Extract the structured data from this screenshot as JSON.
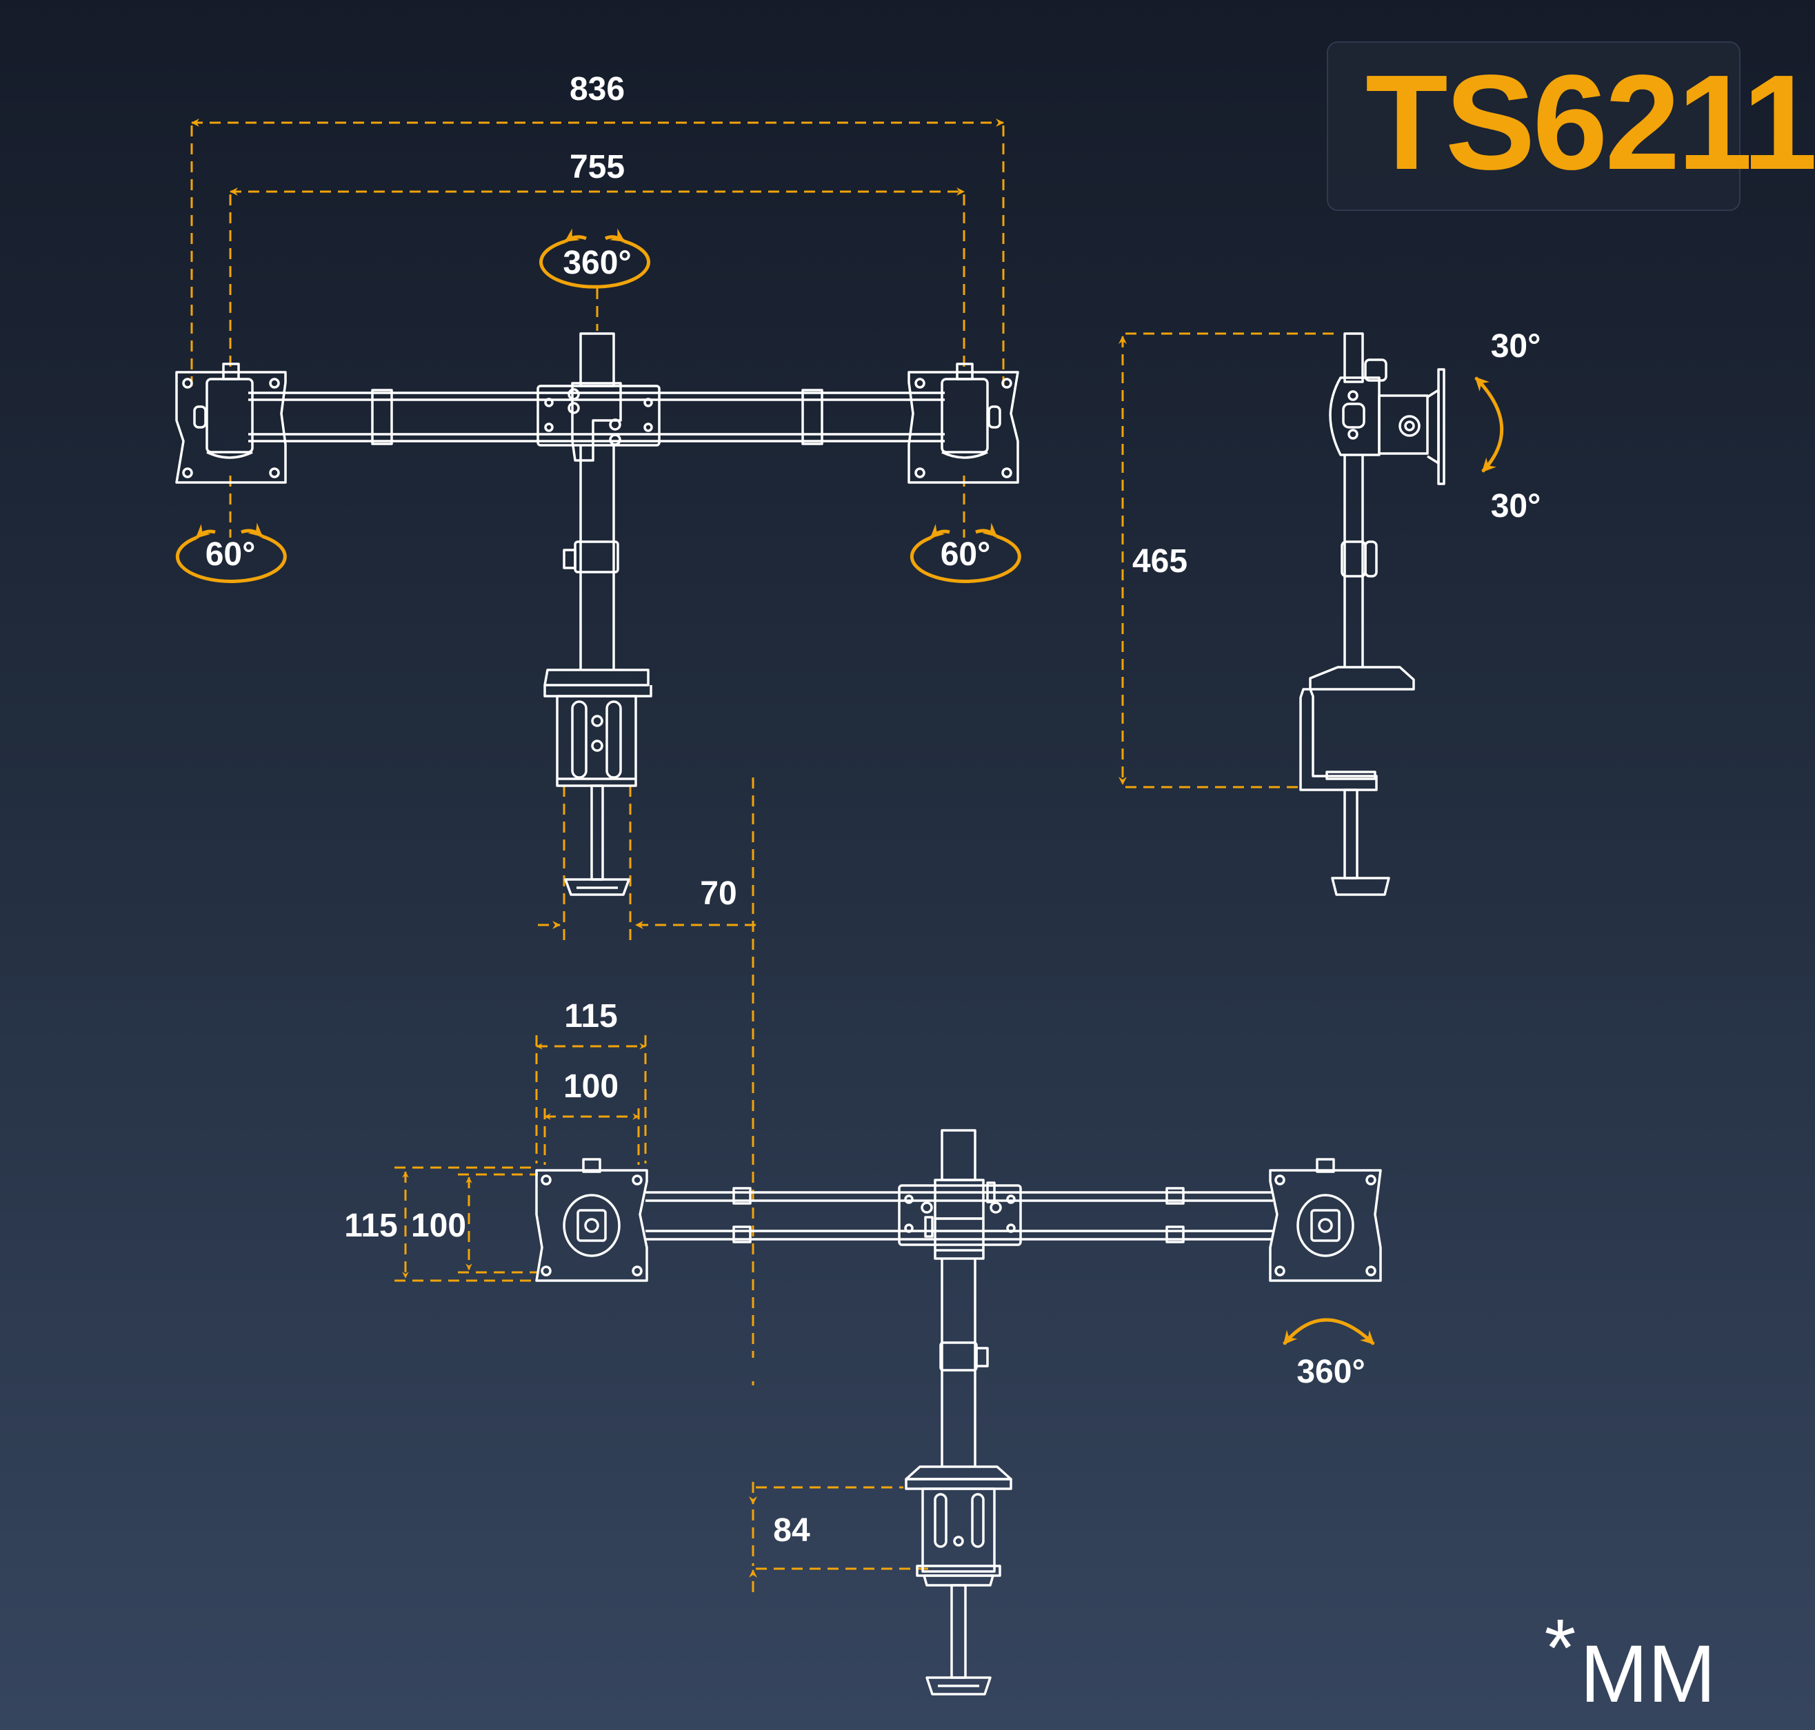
{
  "colors": {
    "accent": "#f2a40a",
    "line_art": "#ffffff",
    "background_top": "#151b29",
    "background_bottom": "#36455e"
  },
  "model": "TS6211",
  "unit": "MM",
  "unit_prefix": "*",
  "front_view": {
    "outer_width": "836",
    "inner_width": "755",
    "pole_rotation": "360°",
    "left_head_rotation": "60°",
    "right_head_rotation": "60°",
    "clamp_width": "70"
  },
  "side_view": {
    "height": "465",
    "tilt_up": "30°",
    "tilt_down": "30°"
  },
  "top_view": {
    "plate_outer_width": "115",
    "plate_inner_width": "100",
    "plate_outer_height": "115",
    "plate_inner_height": "100",
    "head_rotation": "360°",
    "clamp_depth": "84"
  }
}
